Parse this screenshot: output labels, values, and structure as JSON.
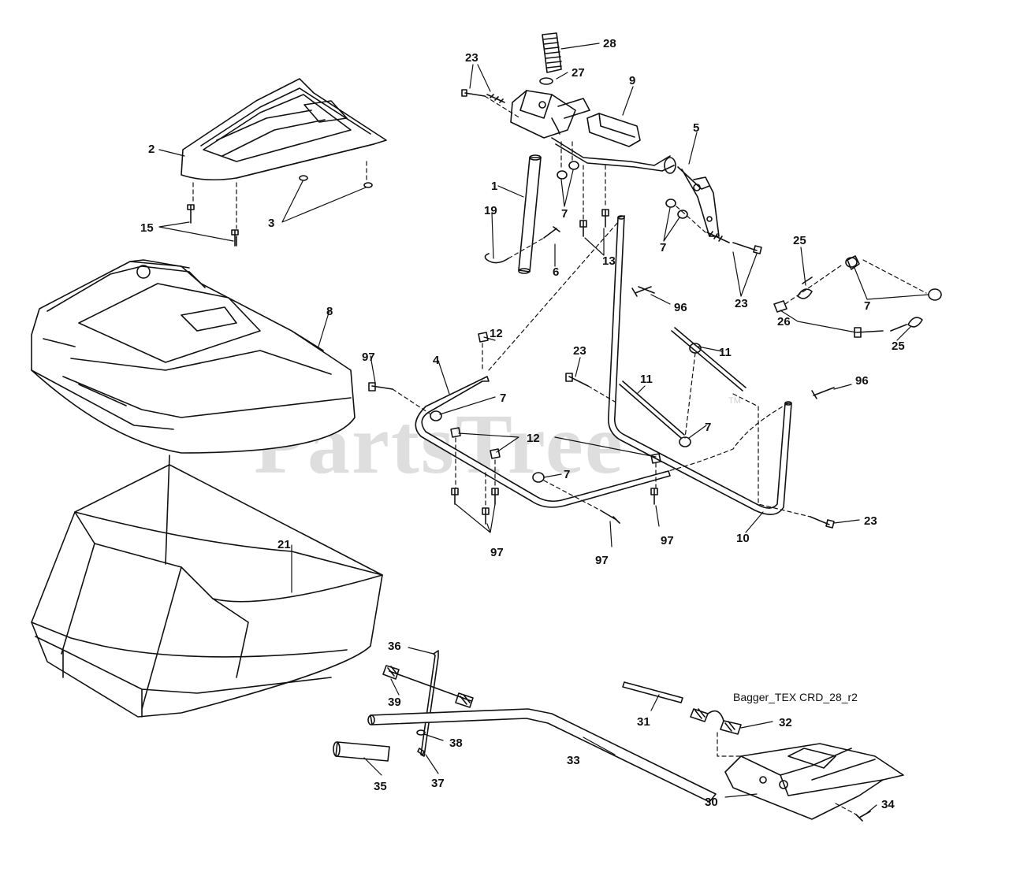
{
  "diagram": {
    "reference": "Bagger_TEX CRD_28_r2",
    "watermark": "PartsTree",
    "trademark": "TM",
    "callouts": [
      {
        "id": "c28a",
        "label": "28"
      },
      {
        "id": "c27",
        "label": "27"
      },
      {
        "id": "c23a",
        "label": "23"
      },
      {
        "id": "c9",
        "label": "9"
      },
      {
        "id": "c5",
        "label": "5"
      },
      {
        "id": "c2",
        "label": "2"
      },
      {
        "id": "c1",
        "label": "1"
      },
      {
        "id": "c19",
        "label": "19"
      },
      {
        "id": "c7a",
        "label": "7"
      },
      {
        "id": "c13",
        "label": "13"
      },
      {
        "id": "c6",
        "label": "6"
      },
      {
        "id": "c7b",
        "label": "7"
      },
      {
        "id": "c23b",
        "label": "23"
      },
      {
        "id": "c15",
        "label": "15"
      },
      {
        "id": "c3",
        "label": "3"
      },
      {
        "id": "c25a",
        "label": "25"
      },
      {
        "id": "c7c",
        "label": "7"
      },
      {
        "id": "c26",
        "label": "26"
      },
      {
        "id": "c25b",
        "label": "25"
      },
      {
        "id": "c8",
        "label": "8"
      },
      {
        "id": "c96a",
        "label": "96"
      },
      {
        "id": "c12a",
        "label": "12"
      },
      {
        "id": "c97a",
        "label": "97"
      },
      {
        "id": "c4",
        "label": "4"
      },
      {
        "id": "c23c",
        "label": "23"
      },
      {
        "id": "c11a",
        "label": "11"
      },
      {
        "id": "c11b",
        "label": "11"
      },
      {
        "id": "c7d",
        "label": "7"
      },
      {
        "id": "c7e",
        "label": "7"
      },
      {
        "id": "c96b",
        "label": "96"
      },
      {
        "id": "c12b",
        "label": "12"
      },
      {
        "id": "c7f",
        "label": "7"
      },
      {
        "id": "c97b",
        "label": "97"
      },
      {
        "id": "c97c",
        "label": "97"
      },
      {
        "id": "c97d",
        "label": "97"
      },
      {
        "id": "c10",
        "label": "10"
      },
      {
        "id": "c23d",
        "label": "23"
      },
      {
        "id": "c21",
        "label": "21"
      },
      {
        "id": "c36",
        "label": "36"
      },
      {
        "id": "c39",
        "label": "39"
      },
      {
        "id": "c31",
        "label": "31"
      },
      {
        "id": "c32",
        "label": "32"
      },
      {
        "id": "c38",
        "label": "38"
      },
      {
        "id": "c33",
        "label": "33"
      },
      {
        "id": "c37",
        "label": "37"
      },
      {
        "id": "c35",
        "label": "35"
      },
      {
        "id": "c30",
        "label": "30"
      },
      {
        "id": "c34",
        "label": "34"
      }
    ]
  }
}
